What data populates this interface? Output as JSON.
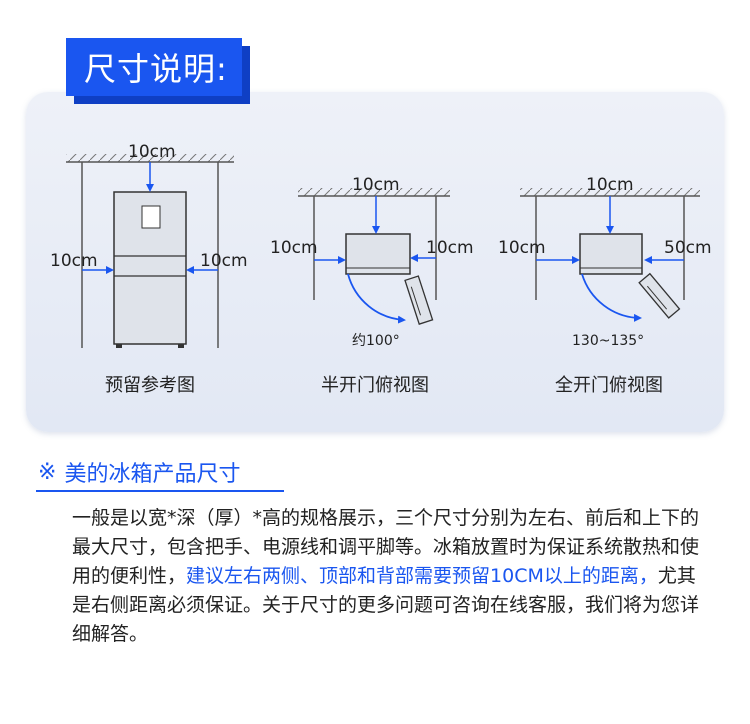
{
  "header": {
    "title": "尺寸说明:"
  },
  "diagrams": [
    {
      "caption": "预留参考图",
      "top_gap": "10cm",
      "left_gap": "10cm",
      "right_gap": "10cm"
    },
    {
      "caption": "半开门俯视图",
      "top_gap": "10cm",
      "left_gap": "10cm",
      "right_gap": "10cm",
      "angle": "约100°"
    },
    {
      "caption": "全开门俯视图",
      "top_gap": "10cm",
      "left_gap": "10cm",
      "right_gap": "50cm",
      "angle": "130~135°"
    }
  ],
  "section": {
    "marker": "※",
    "title": "美的冰箱产品尺寸",
    "desc_part1": "一般是以宽*深（厚）*高的规格展示，三个尺寸分别为左右、前后和上下的最大尺寸，包含把手、电源线和调平脚等。冰箱放置时为保证系统散热和使用的便利性，",
    "desc_highlight": "建议左右两侧、顶部和背部需要预留10CM以上的距离，",
    "desc_part2": "尤其是右侧距离必须保证。关于尺寸的更多问题可咨询在线客服，我们将为您详细解答。"
  },
  "colors": {
    "accent": "#1a56f0",
    "arrow": "#1a56f0",
    "line": "#555555"
  }
}
